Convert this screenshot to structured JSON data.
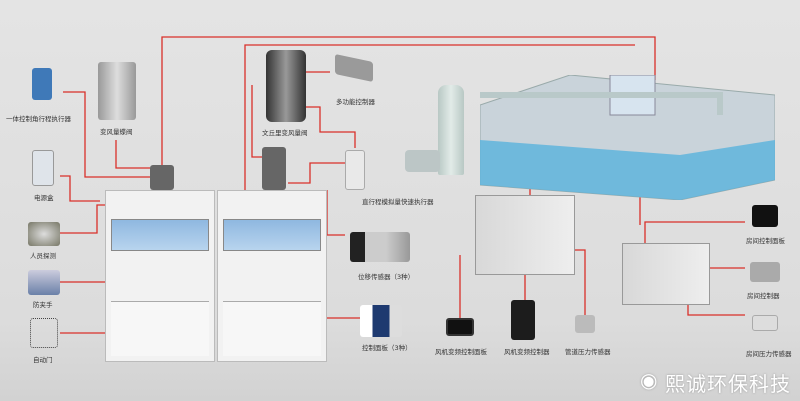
{
  "components": {
    "actuator": "一体控制角行程执行器",
    "vav_butterfly": "变风量蝶阀",
    "power_box": "电源盒",
    "person_detect": "人员探测",
    "anti_pinch": "防夹手",
    "auto_door": "自动门",
    "venturi_valve": "文丘里变风量阀",
    "multi_controller": "多功能控制器",
    "linear_actuator": "直行程模拟量快速执行器",
    "displacement_sensor": "位移传感器（3种）",
    "control_panel": "控制面板（3种）",
    "fan_panel": "风机变频控制面板",
    "fan_controller": "风机变频控制器",
    "duct_pressure": "管道压力传感器",
    "room_panel": "房间控制面板",
    "room_controller": "房间控制器",
    "room_pressure": "房间压力传感器"
  },
  "watermark": "熙诚环保科技",
  "colors": {
    "wire": "#d9302a",
    "glass": "#9fc4e8",
    "water": "#5fb4dc"
  }
}
